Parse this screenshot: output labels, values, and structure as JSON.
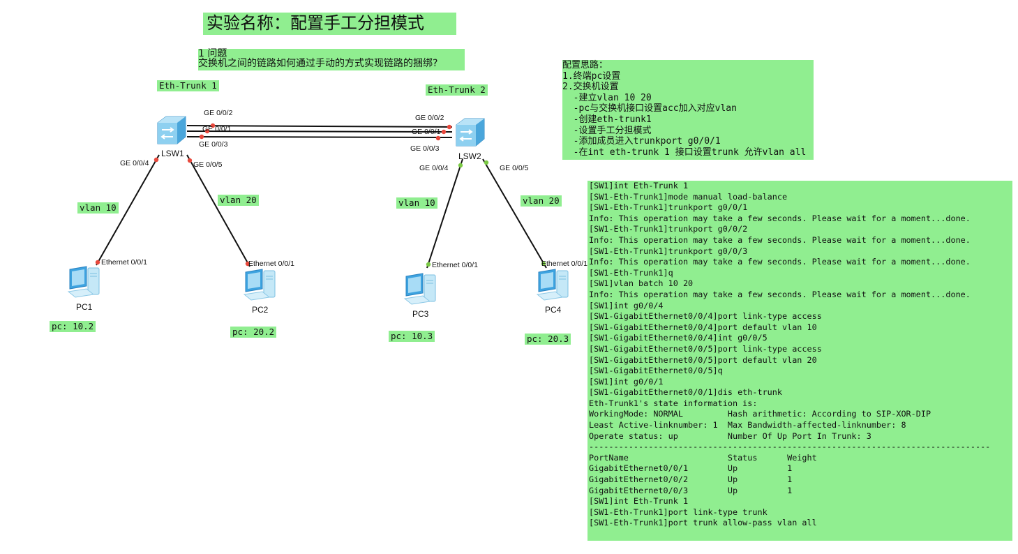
{
  "title": "实验名称：配置手工分担模式",
  "question": {
    "heading": "1 问题",
    "text": "交换机之间的链路如何通过手动的方式实现链路的捆绑?"
  },
  "ideas": {
    "lines": [
      "配置思路：",
      "1.终端pc设置",
      "2.交换机设置",
      "  -建立vlan 10 20",
      "  -pc与交换机接口设置acc加入对应vlan",
      "  -创建eth-trunk1",
      "  -设置手工分担模式",
      "  -添加成员进入trunkport g0/0/1",
      "  -在int eth-trunk 1 接口设置trunk 允许vlan all"
    ]
  },
  "labels": {
    "eth_trunk_1": "Eth-Trunk 1",
    "eth_trunk_2": "Eth-Trunk 2",
    "vlan10_left": "vlan 10",
    "vlan20_left": "vlan 20",
    "vlan10_right": "vlan 10",
    "vlan20_right": "vlan 20",
    "pc1_ip": "pc: 10.2",
    "pc2_ip": "pc: 20.2",
    "pc3_ip": "pc: 10.3",
    "pc4_ip": "pc: 20.3"
  },
  "devices": {
    "lsw1": "LSW1",
    "lsw2": "LSW2",
    "pc1": "PC1",
    "pc2": "PC2",
    "pc3": "PC3",
    "pc4": "PC4"
  },
  "ports": {
    "sw1_g2": "GE 0/0/2",
    "sw1_g1": "GE 0/0/1",
    "sw1_g3": "GE 0/0/3",
    "sw1_g4": "GE 0/0/4",
    "sw1_g5": "GE 0/0/5",
    "sw2_g2": "GE 0/0/2",
    "sw2_g1": "GE 0/0/1",
    "sw2_g3": "GE 0/0/3",
    "sw2_g4": "GE 0/0/4",
    "sw2_g5": "GE 0/0/5",
    "pc1_eth": "Ethernet 0/0/1",
    "pc2_eth": "Ethernet 0/0/1",
    "pc3_eth": "Ethernet 0/0/1",
    "pc4_eth": "Ethernet 0/0/1"
  },
  "colors": {
    "highlight": "#90ee90",
    "port_down": "#e8483c",
    "port_up": "#7ac943",
    "link": "#111111"
  },
  "cli": {
    "lines": [
      "[SW1]int Eth-Trunk 1",
      "[SW1-Eth-Trunk1]mode manual load-balance",
      "[SW1-Eth-Trunk1]trunkport g0/0/1",
      "Info: This operation may take a few seconds. Please wait for a moment...done.",
      "[SW1-Eth-Trunk1]trunkport g0/0/2",
      "Info: This operation may take a few seconds. Please wait for a moment...done.",
      "[SW1-Eth-Trunk1]trunkport g0/0/3",
      "Info: This operation may take a few seconds. Please wait for a moment...done.",
      "[SW1-Eth-Trunk1]q",
      "[SW1]vlan batch 10 20",
      "Info: This operation may take a few seconds. Please wait for a moment...done.",
      "[SW1]int g0/0/4",
      "[SW1-GigabitEthernet0/0/4]port link-type access",
      "[SW1-GigabitEthernet0/0/4]port default vlan 10",
      "[SW1-GigabitEthernet0/0/4]int g0/0/5",
      "[SW1-GigabitEthernet0/0/5]port link-type access",
      "[SW1-GigabitEthernet0/0/5]port default vlan 20",
      "[SW1-GigabitEthernet0/0/5]q",
      "[SW1]int g0/0/1",
      "[SW1-GigabitEthernet0/0/1]dis eth-trunk",
      "Eth-Trunk1's state information is:",
      "WorkingMode: NORMAL         Hash arithmetic: According to SIP-XOR-DIP",
      "Least Active-linknumber: 1  Max Bandwidth-affected-linknumber: 8",
      "Operate status: up          Number Of Up Port In Trunk: 3",
      "---------------------------------------------------------------------------------",
      "PortName                    Status      Weight",
      "GigabitEthernet0/0/1        Up          1",
      "GigabitEthernet0/0/2        Up          1",
      "GigabitEthernet0/0/3        Up          1",
      "[SW1]int Eth-Trunk 1",
      "[SW1-Eth-Trunk1]port link-type trunk",
      "[SW1-Eth-Trunk1]port trunk allow-pass vlan all"
    ]
  }
}
